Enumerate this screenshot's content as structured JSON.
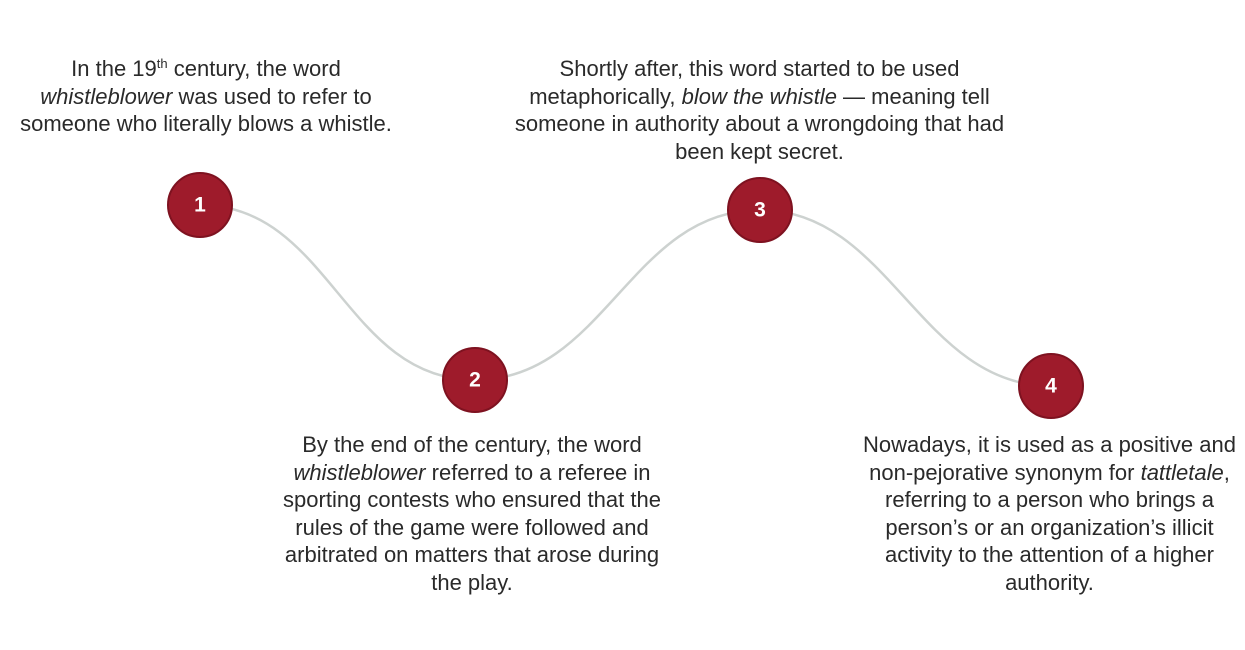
{
  "colors": {
    "accent": "#9e1b2b",
    "connector": "#cdd2d0",
    "text": "#2a2a2a",
    "number_text": "#ffffff"
  },
  "steps": [
    {
      "number": "1",
      "text": {
        "a": "In the 19",
        "sup": "th",
        "b": " century, the word ",
        "em": "whistleblower",
        "c": " was used to refer to someone who literally blows a whistle."
      }
    },
    {
      "number": "2",
      "text": {
        "a": "By the end of the century, the word ",
        "em": "whistleblower",
        "b": " referred to a referee in sporting contests who ensured that the rules of the game were followed and arbitrated on matters that arose during the play."
      }
    },
    {
      "number": "3",
      "text": {
        "a": "Shortly after, this word started to be used metaphorically, ",
        "em": "blow the whistle",
        "b": " — meaning tell someone in authority about a wrongdoing that had been kept secret."
      }
    },
    {
      "number": "4",
      "text": {
        "a": "Nowadays, it is used as a positive and non-pejorative synonym for ",
        "em": "tattletale",
        "b": ", referring to a person who brings a person’s or an organization’s illicit activity to the attention of a higher authority."
      }
    }
  ]
}
